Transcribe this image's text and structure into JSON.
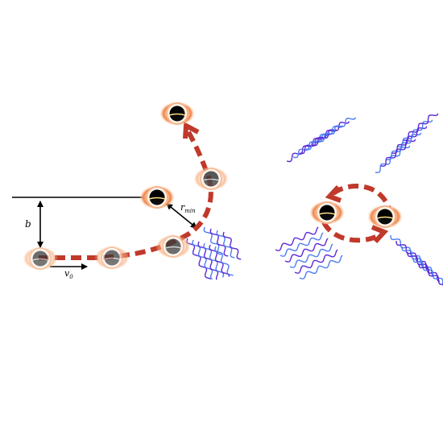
{
  "labels": {
    "impact_parameter": "b",
    "velocity": "v",
    "velocity_sub": "0",
    "min_radius": "r",
    "min_radius_sub": "min"
  },
  "colors": {
    "trajectory": "#c0392b",
    "wave_purple": "#5b2bd6",
    "wave_blue": "#4f7df2",
    "accretion_glow": "#f39c6b",
    "axis_line": "#000000"
  },
  "icons": {
    "black_hole": "black-hole-icon",
    "gravitational_wave": "gravitational-wave-icon"
  }
}
